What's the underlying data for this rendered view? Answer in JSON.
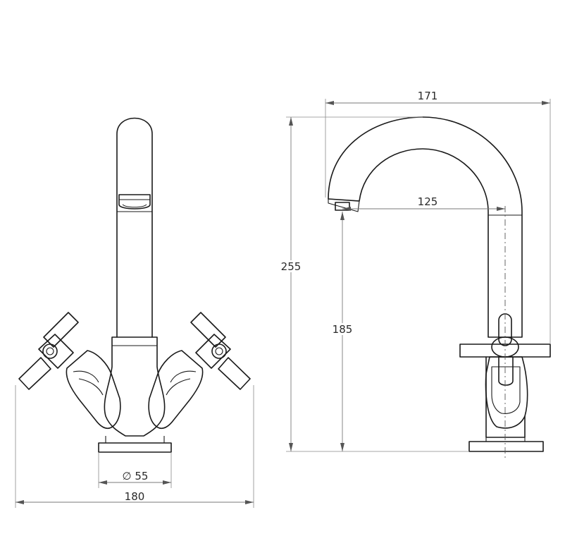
{
  "dimensions": {
    "front_total_width": "180",
    "front_base_diameter": "∅ 55",
    "side_total_width": "171",
    "side_spout_reach": "125",
    "side_total_height": "255",
    "side_spout_height": "185"
  }
}
